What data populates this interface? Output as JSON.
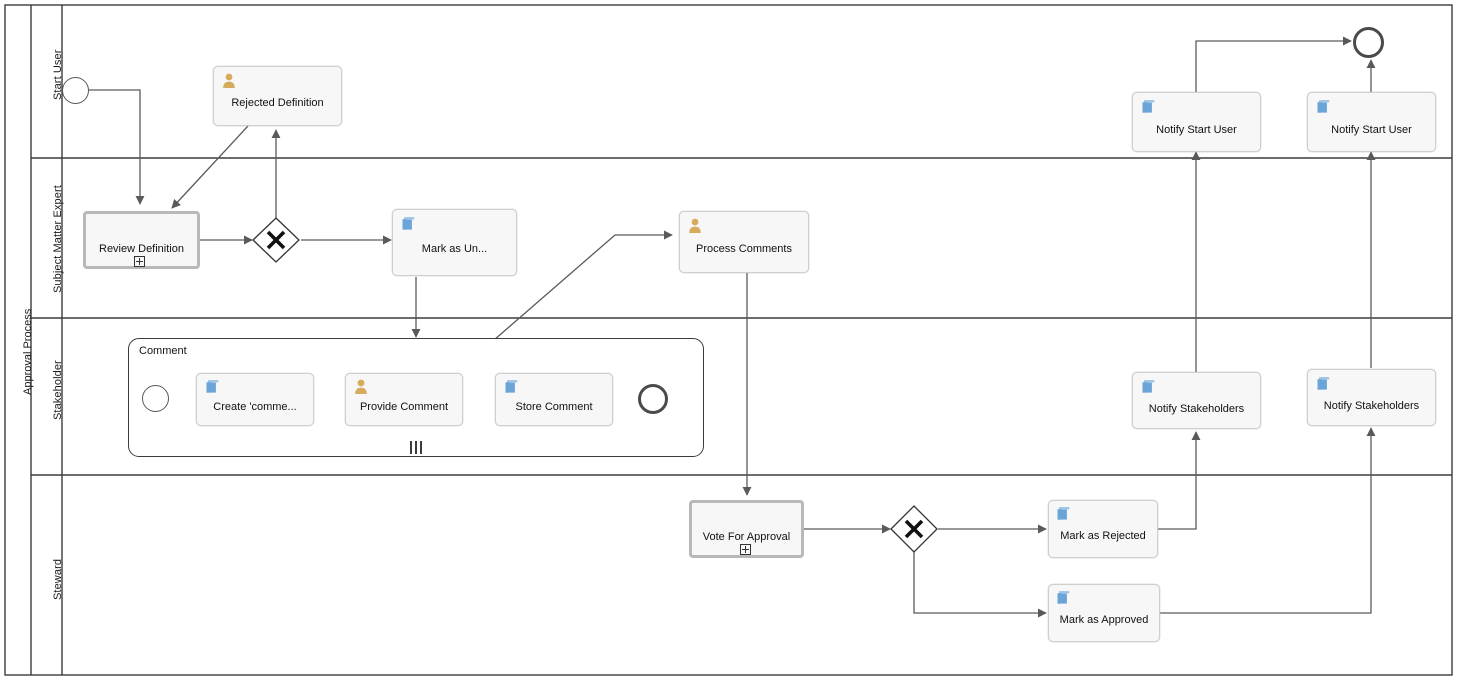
{
  "diagram": {
    "type": "bpmn-process-diagram",
    "pool": {
      "name": "Approval Process"
    },
    "lanes": [
      {
        "id": "start-user",
        "name": "Start User"
      },
      {
        "id": "subject-matter-expert",
        "name": "Subject Matter Expert"
      },
      {
        "id": "stakeholder",
        "name": "Stakeholder"
      },
      {
        "id": "steward",
        "name": "Steward"
      }
    ]
  },
  "nodes": {
    "start_event": {
      "label": "",
      "kind": "start-event",
      "lane": "start-user"
    },
    "rejected_definition": {
      "label": "Rejected Definition",
      "kind": "user-task",
      "lane": "start-user"
    },
    "review_definition": {
      "label": "Review Definition",
      "kind": "collapsed-subprocess",
      "lane": "subject-matter-expert"
    },
    "gateway_review": {
      "label": "",
      "kind": "exclusive-gateway",
      "lane": "subject-matter-expert"
    },
    "mark_as_under": {
      "label": "Mark as Un...",
      "kind": "script-task",
      "lane": "subject-matter-expert"
    },
    "process_comments": {
      "label": "Process Comments",
      "kind": "user-task",
      "lane": "subject-matter-expert"
    },
    "comment_subprocess": {
      "label": "Comment",
      "kind": "expanded-subprocess",
      "lane": "stakeholder"
    },
    "comment_start": {
      "label": "",
      "kind": "start-event",
      "lane": "stakeholder"
    },
    "create_comment": {
      "label": "Create 'comme...",
      "kind": "script-task",
      "lane": "stakeholder"
    },
    "provide_comment": {
      "label": "Provide Comment",
      "kind": "user-task",
      "lane": "stakeholder"
    },
    "store_comment": {
      "label": "Store Comment",
      "kind": "script-task",
      "lane": "stakeholder"
    },
    "comment_end": {
      "label": "",
      "kind": "end-event",
      "lane": "stakeholder"
    },
    "vote_for_approval": {
      "label": "Vote For Approval",
      "kind": "collapsed-subprocess",
      "lane": "steward"
    },
    "gateway_vote": {
      "label": "",
      "kind": "exclusive-gateway",
      "lane": "steward"
    },
    "mark_as_rejected": {
      "label": "Mark as Rejected",
      "kind": "script-task",
      "lane": "steward"
    },
    "mark_as_approved": {
      "label": "Mark as Approved",
      "kind": "script-task",
      "lane": "steward"
    },
    "notify_stakeholders_rejected": {
      "label": "Notify Stakeholders",
      "kind": "script-task",
      "lane": "stakeholder"
    },
    "notify_stakeholders_approved": {
      "label": "Notify Stakeholders",
      "kind": "script-task",
      "lane": "stakeholder"
    },
    "notify_start_user_rejected": {
      "label": "Notify Start User",
      "kind": "script-task",
      "lane": "start-user"
    },
    "notify_start_user_approved": {
      "label": "Notify Start User",
      "kind": "script-task",
      "lane": "start-user"
    },
    "end_event": {
      "label": "",
      "kind": "end-event",
      "lane": "start-user"
    }
  },
  "icons": {
    "script_task": "script-task-icon",
    "user_task": "user-task-icon",
    "plus": "expand-plus-marker-icon",
    "multi_instance": "multi-instance-parallel-marker-icon",
    "exclusive_gateway": "exclusive-gateway-x-icon"
  },
  "colors": {
    "script_icon": "#6ba5d7",
    "user_icon": "#d6ab5c",
    "task_fill": "#f7f7f7",
    "task_border": "#cfcfcf",
    "subprocess_border": "#b8b8b8",
    "connector": "#5a5a5a",
    "lane_border": "#3b3b3b",
    "canvas": "#ffffff"
  }
}
